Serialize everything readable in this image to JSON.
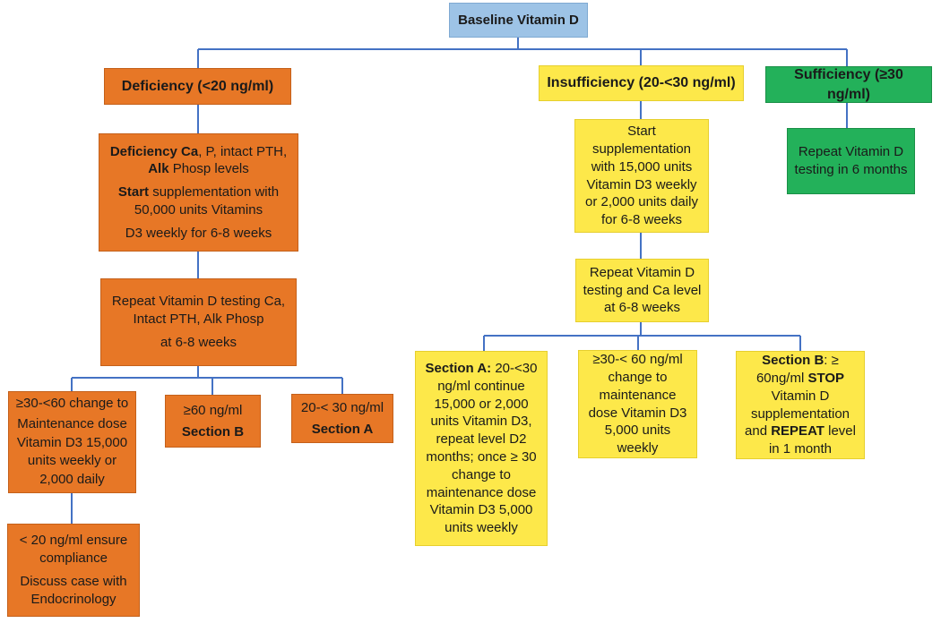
{
  "baseline": {
    "title": "Baseline Vitamin D"
  },
  "categories": {
    "deficiency": "Deficiency (<20 ng/ml)",
    "insufficiency": "Insufficiency  (20-<30 ng/ml)",
    "sufficiency": "Sufficiency (≥30 ng/ml)"
  },
  "deficiency": {
    "initial": {
      "line1_bold": "Deficiency Ca",
      "line1_rest": ", P, intact PTH,",
      "line2_bold": "Alk",
      "line2_rest": " Phosp levels",
      "line3_bold": "Start",
      "line3_rest": " supplementation with 50,000 units Vitamins",
      "line4": "D3 weekly for  6-8 weeks"
    },
    "repeat": {
      "line1": "Repeat Vitamin D testing Ca, Intact PTH, Alk Phosp",
      "line2": "at 6-8 weeks"
    },
    "outcome_30_60": {
      "line1": "≥30-<60 change to",
      "line2": "Maintenance dose Vitamin D3 15,000 units weekly or 2,000 daily"
    },
    "outcome_60": {
      "line1": "≥60 ng/ml",
      "line2": "Section B"
    },
    "outcome_20_30": {
      "line1": "20-< 30 ng/ml",
      "line2": "Section A"
    },
    "low": {
      "line1": "< 20 ng/ml ensure compliance",
      "line2": "Discuss case with Endocrinology"
    }
  },
  "insufficiency": {
    "initial": "Start supplementation with 15,000 units Vitamin D3 weekly or 2,000 units daily for 6-8 weeks",
    "repeat": "Repeat Vitamin D testing and Ca level at 6-8 weeks",
    "section_a": {
      "bold": "Section A:",
      "rest": " 20-<30 ng/ml continue 15,000 or 2,000 units Vitamin D3, repeat level D2 months; once ≥ 30 change to maintenance dose Vitamin D3 5,000 units weekly"
    },
    "middle": "≥30-< 60 ng/ml change to maintenance dose Vitamin D3 5,000 units weekly",
    "section_b": {
      "bold1": "Section B",
      "rest1": ": ≥ 60ng/ml ",
      "bold2": "STOP",
      "rest2": " Vitamin D supplementation and ",
      "bold3": "REPEAT",
      "rest3": " level  in 1 month"
    }
  },
  "sufficiency": {
    "text": "Repeat Vitamin D testing in 6 months"
  },
  "colors": {
    "baseline": "#9dc3e6",
    "deficiency": "#e77726",
    "insufficiency": "#fde84a",
    "sufficiency": "#23b15a",
    "connector": "#4472c4"
  }
}
